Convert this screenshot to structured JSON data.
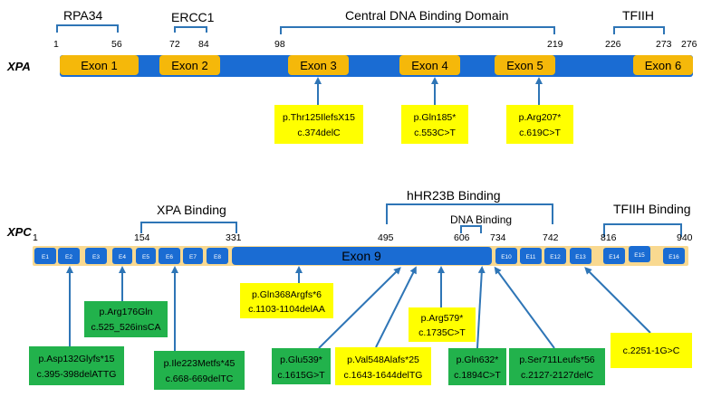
{
  "colors": {
    "bar": "#1a6cd3",
    "exon_gold": "#f5b80a",
    "box_yellow": "#ffff00",
    "box_green": "#22b24c",
    "bracket": "#2e75b6",
    "small_exon": "#1a6cd3"
  },
  "xpa": {
    "gene": "XPA",
    "domains": {
      "rpa34": "RPA34",
      "ercc1": "ERCC1",
      "dbd": "Central DNA Binding Domain",
      "tfiih": "TFIIH"
    },
    "positions": [
      "1",
      "56",
      "72",
      "84",
      "98",
      "219",
      "226",
      "273",
      "276"
    ],
    "exons": [
      "Exon 1",
      "Exon 2",
      "Exon 3",
      "Exon 4",
      "Exon 5",
      "Exon 6"
    ],
    "mutations": [
      {
        "line1": "p.Thr125IlefsX15",
        "line2": "c.374delC"
      },
      {
        "line1": "p.Gln185*",
        "line2": "c.553C>T"
      },
      {
        "line1": "p.Arg207*",
        "line2": "c.619C>T"
      }
    ]
  },
  "xpc": {
    "gene": "XPC",
    "domains": {
      "xpa": "XPA Binding",
      "hhr23b": "hHR23B Binding",
      "dna": "DNA Binding",
      "tfiih": "TFIIH Binding"
    },
    "positions": [
      "1",
      "154",
      "331",
      "495",
      "606",
      "734",
      "742",
      "816",
      "940"
    ],
    "small_exons": [
      "E1",
      "E2",
      "E3",
      "E4",
      "E5",
      "E6",
      "E7",
      "E8",
      "E10",
      "E11",
      "E12",
      "E13",
      "E14",
      "E15",
      "E16"
    ],
    "exon9": "Exon 9",
    "mutations": [
      {
        "line1": "p.Asp132Glyfs*15",
        "line2": "c.395-398delATTG"
      },
      {
        "line1": "p.Arg176Gln",
        "line2": "c.525_526insCA"
      },
      {
        "line1": "p.Ile223Metfs*45",
        "line2": "c.668-669delTC"
      },
      {
        "line1": "p.Gln368Argfs*6",
        "line2": "c.1103-1104delAA"
      },
      {
        "line1": "p.Glu539*",
        "line2": "c.1615G>T"
      },
      {
        "line1": "p.Val548Alafs*25",
        "line2": "c.1643-1644delTG"
      },
      {
        "line1": "p.Arg579*",
        "line2": "c.1735C>T"
      },
      {
        "line1": "p.Gln632*",
        "line2": "c.1894C>T"
      },
      {
        "line1": "p.Ser711Leufs*56",
        "line2": "c.2127-2127delC"
      },
      {
        "line1": "c.2251-1G>C"
      }
    ]
  }
}
